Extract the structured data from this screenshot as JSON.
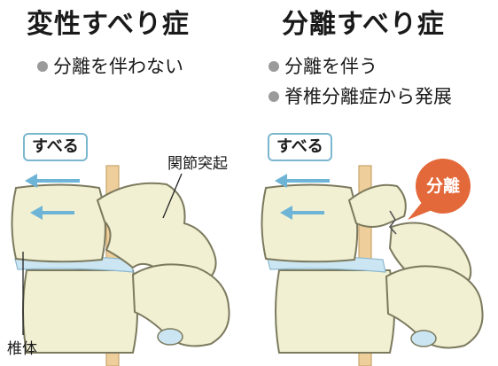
{
  "panels": [
    {
      "title": "変性すべり症",
      "bullets": [
        "分離を伴わない"
      ],
      "slide_label": "すべる",
      "annotations": {
        "facet_joint": "関節突起",
        "vertebral_body": "椎体"
      }
    },
    {
      "title": "分離すべり症",
      "bullets": [
        "分離を伴う",
        "脊椎分離症から発展"
      ],
      "slide_label": "すべる",
      "callout": "分離"
    }
  ],
  "colors": {
    "bone": "#f1f0d3",
    "bone_outline": "#7c7a5e",
    "disc": "#cbe6f2",
    "arrow": "#6eb4d6",
    "nerve": "#eecf9b",
    "callout": "#e3683a",
    "label_border": "#7bb7cf"
  }
}
